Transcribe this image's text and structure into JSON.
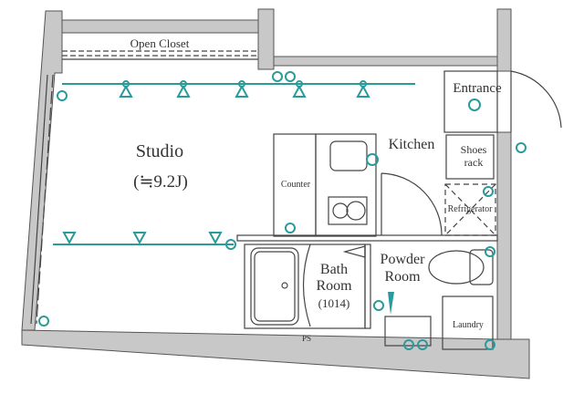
{
  "floor_plan": {
    "rooms": {
      "open_closet": "Open Closet",
      "studio": "Studio",
      "studio_size": "(≒9.2J)",
      "kitchen": "Kitchen",
      "counter": "Counter",
      "entrance": "Entrance",
      "shoes_rack_line1": "Shoes",
      "shoes_rack_line2": "rack",
      "refrigerator": "Refrigerator",
      "bath_line1": "Bath",
      "bath_line2": "Room",
      "bath_size": "(1014)",
      "powder_line1": "Powder",
      "powder_line2": "Room",
      "laundry": "Laundry",
      "ps": "PS"
    },
    "colors": {
      "wall": "#c8c8c8",
      "fixture": "#2a9a9a",
      "line": "#444444"
    }
  }
}
